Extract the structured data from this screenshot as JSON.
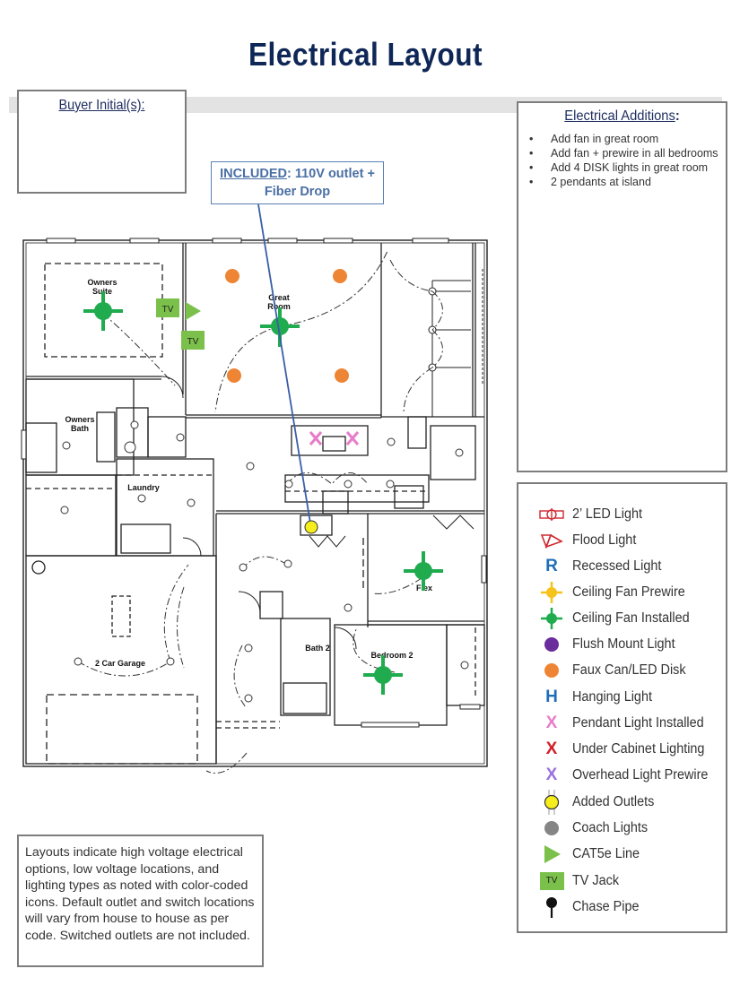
{
  "title": "Electrical Layout",
  "buyer_initials": {
    "label": "Buyer Initial(s):",
    "value": ""
  },
  "included_callout": {
    "prefix": "INCLUDED",
    "text": ": 110V outlet + Fiber Drop"
  },
  "electrical_additions": {
    "heading": "Electrical Additions",
    "colon": ":",
    "items": [
      "Add fan in great room",
      "Add fan + prewire in all bedrooms",
      "Add 4 DISK lights in great room",
      "2 pendants at island"
    ]
  },
  "legend": {
    "items": [
      {
        "icon": "led-2ft-icon",
        "label": "2’ LED Light",
        "color": "#d0282e"
      },
      {
        "icon": "flood-light-icon",
        "label": "Flood Light",
        "color": "#d0282e"
      },
      {
        "icon": "recessed-light-icon",
        "label": "Recessed Light",
        "glyph": "R",
        "color": "#1f6fb8"
      },
      {
        "icon": "ceiling-fan-prewire-icon",
        "label": "Ceiling Fan Prewire",
        "color": "#f5c31b"
      },
      {
        "icon": "ceiling-fan-installed-icon",
        "label": "Ceiling Fan Installed",
        "color": "#1fab4e"
      },
      {
        "icon": "flush-mount-light-icon",
        "label": "Flush Mount Light",
        "color": "#6a2d9c"
      },
      {
        "icon": "faux-can-led-disk-icon",
        "label": "Faux Can/LED Disk",
        "color": "#ee8535"
      },
      {
        "icon": "hanging-light-icon",
        "label": "Hanging Light",
        "glyph": "H",
        "color": "#1f6fb8"
      },
      {
        "icon": "pendant-light-installed-icon",
        "label": "Pendant Light Installed",
        "glyph": "X",
        "color": "#e77cc9"
      },
      {
        "icon": "under-cabinet-lighting-icon",
        "label": "Under Cabinet Lighting",
        "glyph": "X",
        "color": "#d21f26"
      },
      {
        "icon": "overhead-light-prewire-icon",
        "label": "Overhead Light Prewire",
        "glyph": "X",
        "color": "#9b6fe0"
      },
      {
        "icon": "added-outlets-icon",
        "label": "Added Outlets",
        "color": "#f6ee1a"
      },
      {
        "icon": "coach-lights-icon",
        "label": "Coach Lights",
        "color": "#858585"
      },
      {
        "icon": "cat5e-line-icon",
        "label": "CAT5e Line",
        "color": "#7ac04a"
      },
      {
        "icon": "tv-jack-icon",
        "label": "TV Jack",
        "glyph": "TV",
        "color": "#7ac04a"
      },
      {
        "icon": "chase-pipe-icon",
        "label": "Chase Pipe",
        "color": "#111111"
      }
    ]
  },
  "note": "Layouts indicate high voltage electrical options, low voltage locations, and lighting types as noted with color-coded icons. Default outlet and switch locations will vary from house to house as per code. Switched outlets are not included.",
  "floor_plan": {
    "rooms": [
      "Owners Suite",
      "Great Room",
      "Owners Bath",
      "Laundry",
      "Flex",
      "Bath 2",
      "Bedroom 2",
      "2 Car Garage"
    ],
    "tv_label": "TV"
  }
}
